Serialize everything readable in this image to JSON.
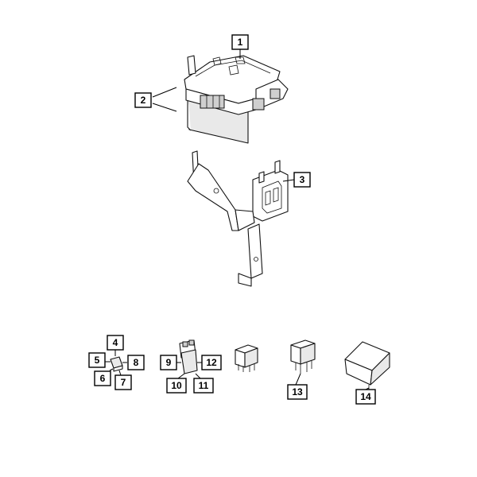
{
  "callouts": {
    "c1": "1",
    "c2": "2",
    "c3": "3",
    "c4": "4",
    "c5": "5",
    "c6": "6",
    "c7": "7",
    "c8": "8",
    "c9": "9",
    "c10": "10",
    "c11": "11",
    "c12": "12",
    "c13": "13",
    "c14": "14"
  },
  "colors": {
    "line": "#111111",
    "background": "#ffffff",
    "shade": "#e9e9e9"
  }
}
